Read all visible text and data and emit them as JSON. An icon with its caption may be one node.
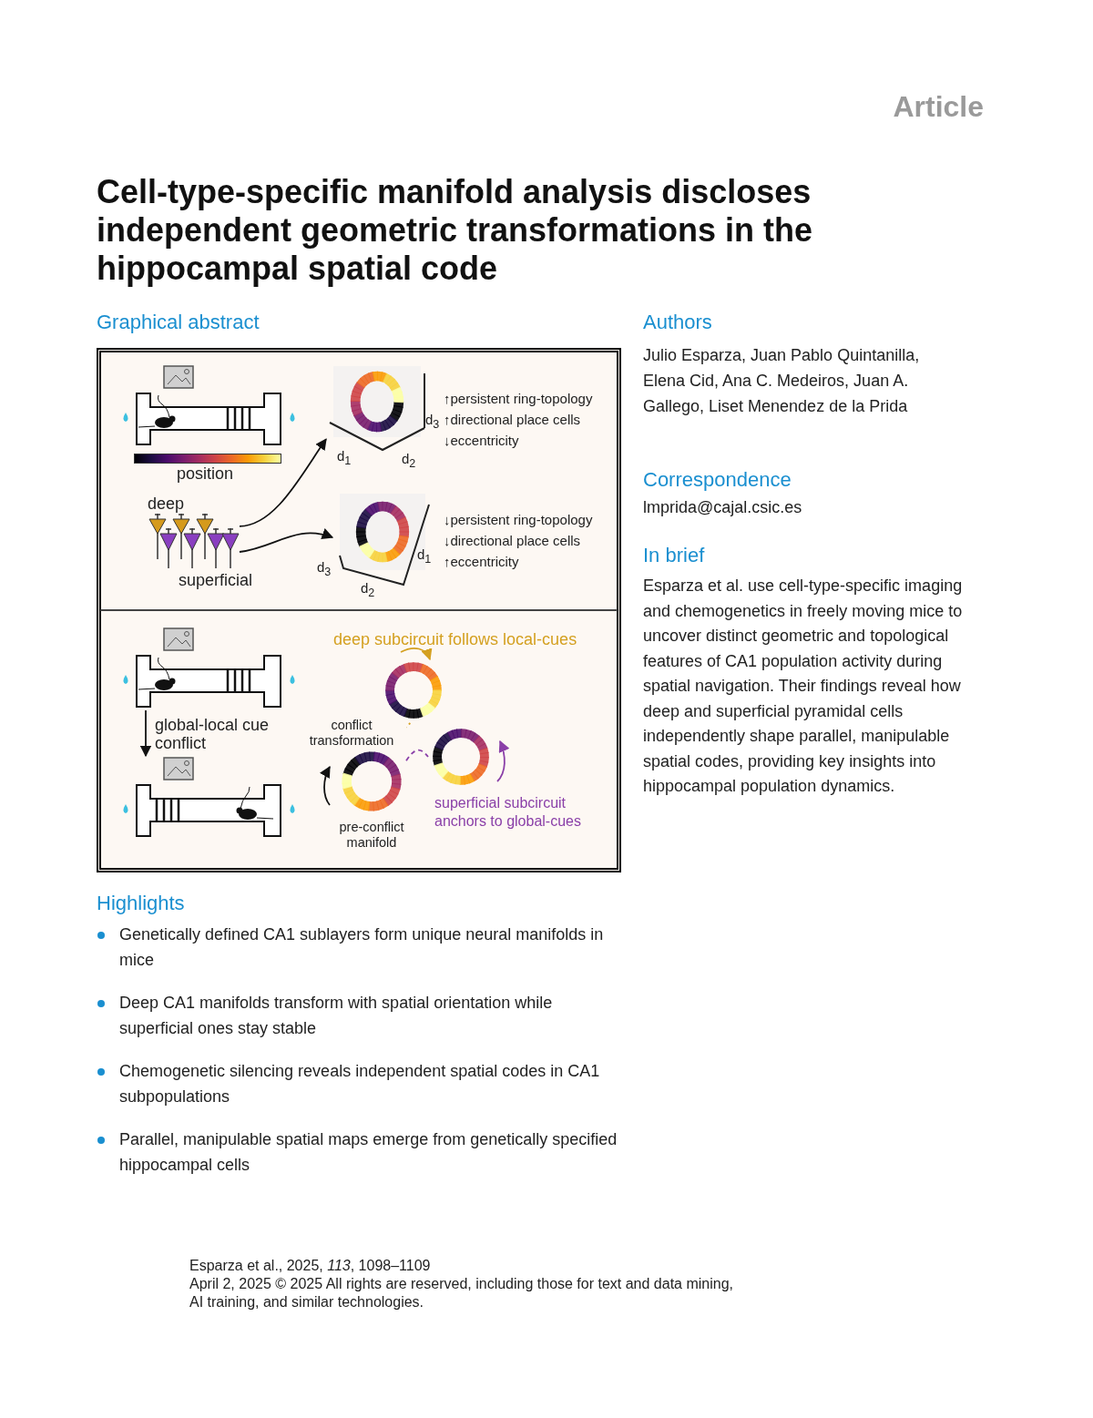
{
  "diagram": {
    "title": "Cell-type-specific manifold analysis discloses independent geometric transformations in the hippocampal spatial code",
    "nodes": [
      {
        "text": [],
        "shape": "picture",
        "beside": [
          "deep",
          "superficial"
        ]
      },
      {
        "text": [],
        "shape": "picture",
        "beside": [
          "↑persistent ring-topology",
          "↑directional place cells",
          "↓eccentricity"
        ]
      },
      {
        "text": [],
        "shape": "picture",
        "beside": [
          "↓persistent ring-topology",
          "↓directional place cells",
          "↑eccentricity"
        ]
      },
      {
        "text": [],
        "shape": "picture"
      },
      {
        "text": [],
        "shape": "picture"
      },
      {
        "text": [],
        "shape": "picture",
        "beside": [
          "deep subcircuit follows local-cues"
        ]
      },
      {
        "text": [],
        "shape": "picture",
        "beside": [
          "pre-conflict manifold"
        ]
      },
      {
        "text": [],
        "shape": "picture",
        "beside": [
          "superficial subcircuit anchors to global-cues"
        ]
      }
    ],
    "edges": [
      {
        "from": 0,
        "to": 1,
        "arrow": "to"
      },
      {
        "from": 0,
        "to": 2,
        "arrow": "to"
      },
      {
        "from": 3,
        "to": 4,
        "arrow": "to",
        "label": "global-local cue conflict"
      },
      {
        "from": 6,
        "to": 5,
        "arrow": "none",
        "style": "dashed",
        "color": "#d4a020",
        "label": "conflict transformation"
      },
      {
        "from": 6,
        "to": 7,
        "arrow": "none",
        "style": "dashed",
        "color": "#8a3fa8"
      }
    ],
    "labels": [
      "Article",
      "Graphical abstract",
      "position",
      "d$_{3}$",
      "d$_{1}$",
      "d$_{2}$",
      "d$_{1}$",
      "d$_{3}$",
      "d$_{2}$",
      "Authors",
      "Julio Esparza, Juan Pablo Quintanilla, Elena Cid, Ana C. Medeiros, Juan A. Gallego, Liset Menendez de la Prida",
      "Correspondence",
      "lmprida@cajal.csic.es",
      "In brief",
      "Esparza et al. use cell-type-specific imaging and chemogenetics in freely moving mice to uncover distinct geometric and topological features of CA1 population activity during spatial navigation. Their findings reveal how deep and superficial pyramidal cells independently shape parallel, manipulable spatial codes, providing key insights into hippocampal population dynamics.",
      "Highlights",
      "Genetically defined CA1 sublayers form unique neural manifolds in mice",
      "Deep CA1 manifolds transform with spatial orientation while superficial ones stay stable",
      "Chemogenetic silencing reveals independent spatial codes in CA1 subpopulations",
      "Parallel, manipulable spatial maps emerge from genetically specified hippocampal cells",
      "Esparza et al., 2025, *113*, 1098–1109",
      "April 2, 2025 © 2025 All rights are reserved, including those for text and data mining, AI training, and similar technologies."
    ]
  }
}
